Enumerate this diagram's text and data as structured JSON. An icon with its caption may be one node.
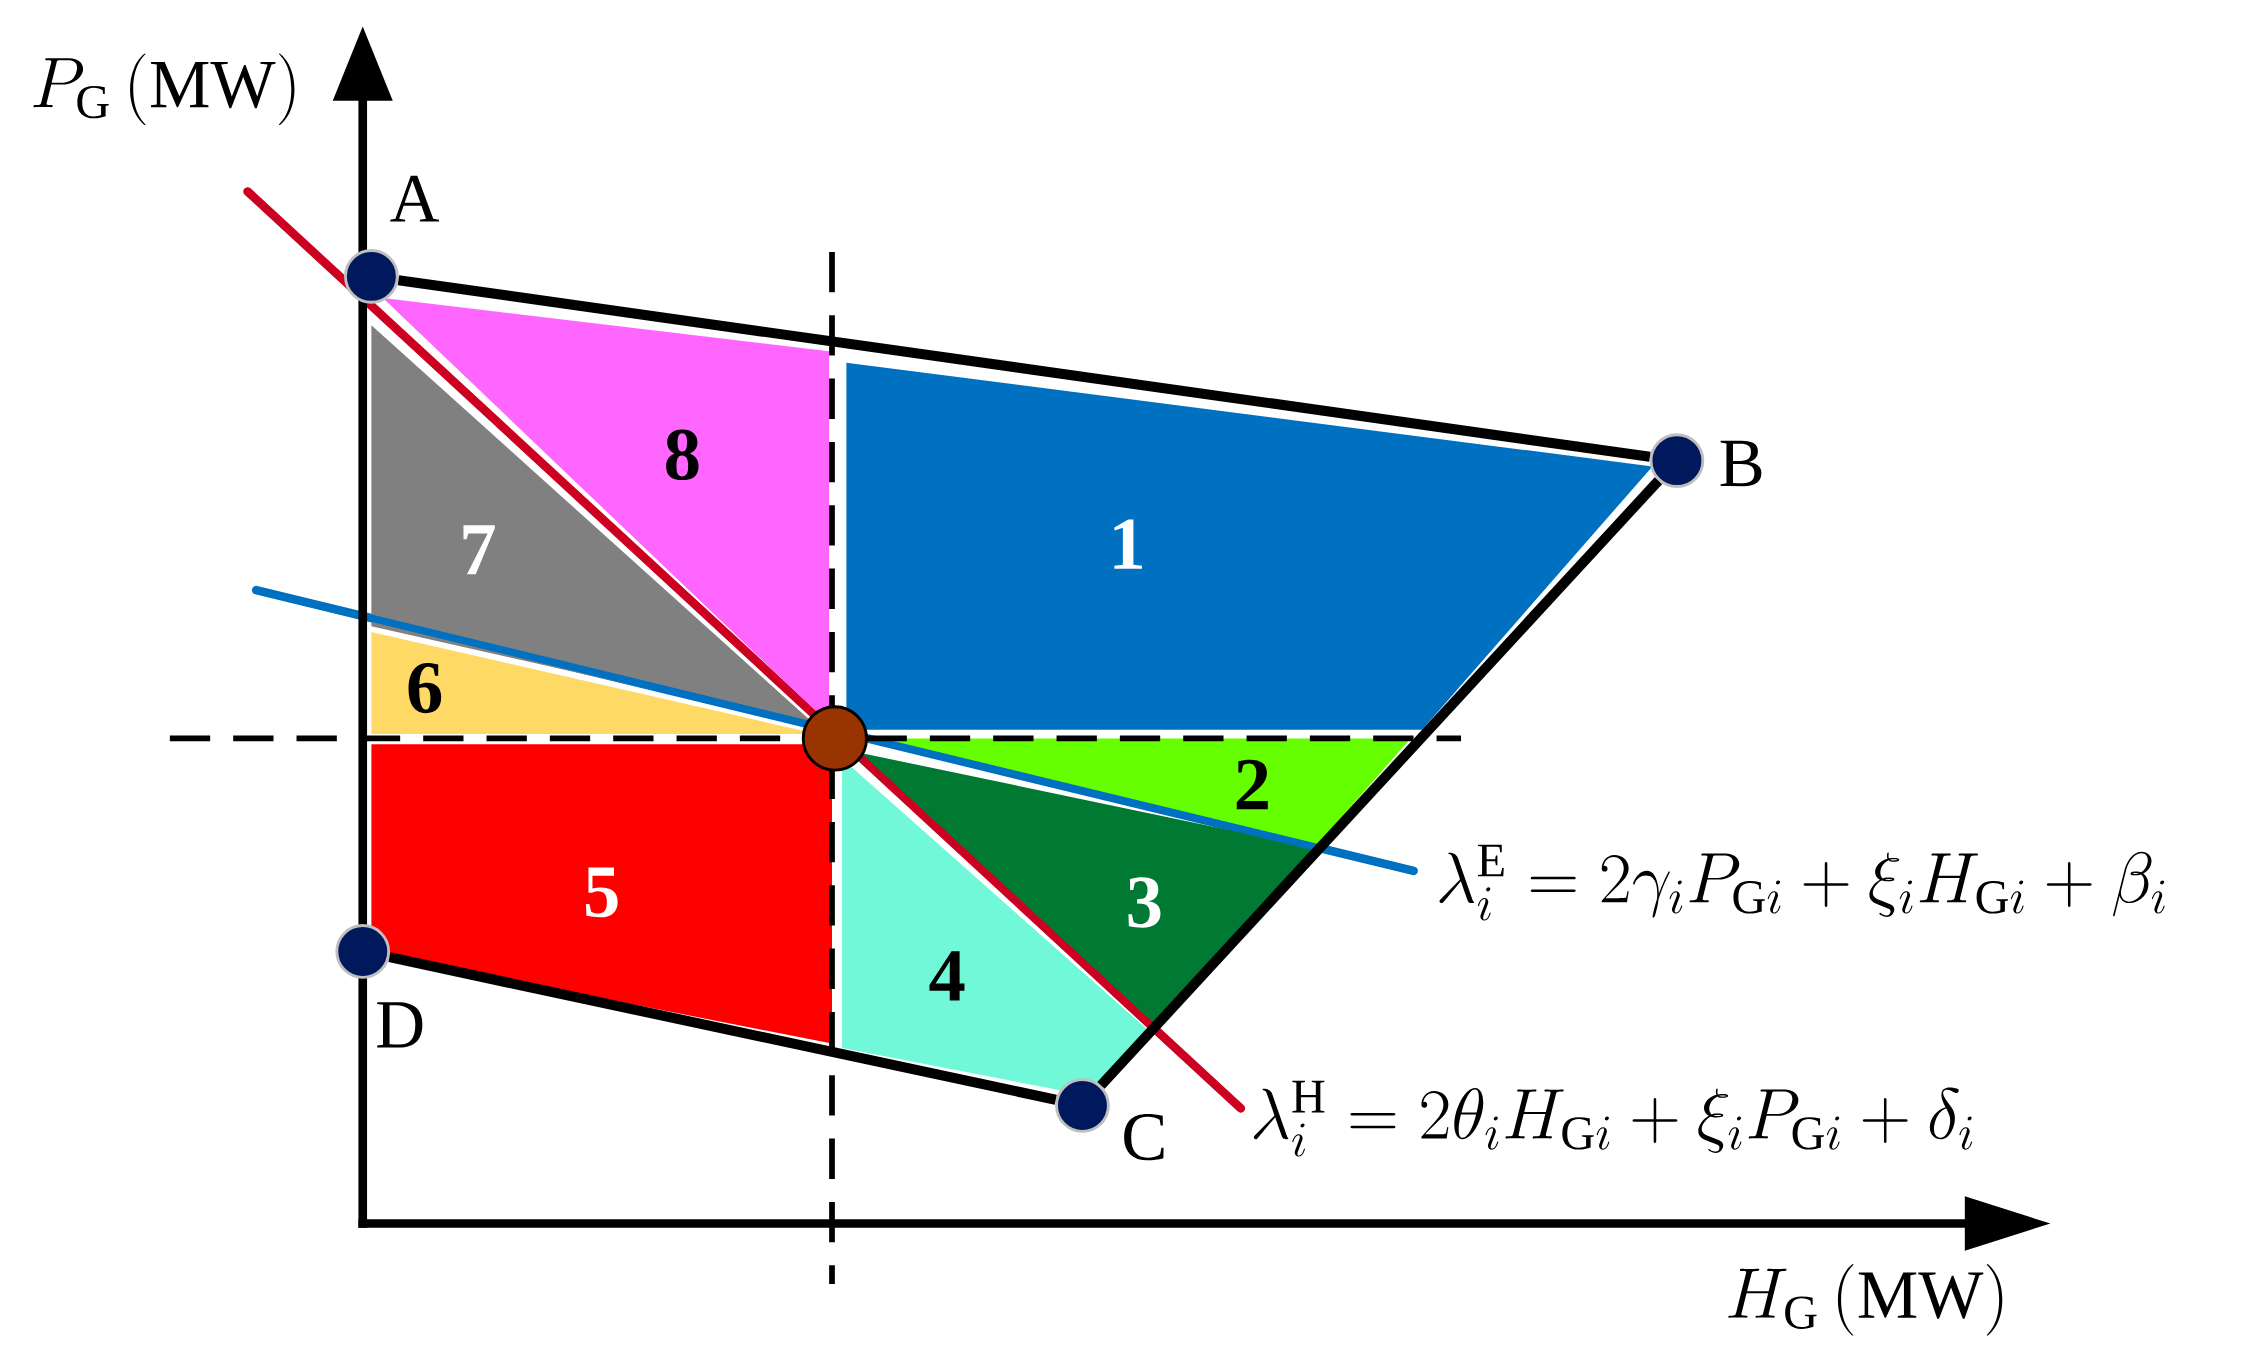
{
  "diagram": {
    "nodes": [
      {
        "text": [
          "1"
        ]
      },
      {
        "text": [
          "2"
        ]
      },
      {
        "text": [
          "3"
        ]
      },
      {
        "text": [
          "4"
        ]
      },
      {
        "text": [
          "5"
        ]
      },
      {
        "text": [
          "6"
        ]
      },
      {
        "text": [
          "7"
        ]
      },
      {
        "text": [
          "8"
        ]
      },
      {
        "text": [],
        "shape": "circle",
        "beside": [
          "A"
        ]
      },
      {
        "text": [],
        "shape": "circle",
        "beside": [
          "B"
        ]
      },
      {
        "text": [],
        "shape": "circle",
        "beside": [
          "C"
        ]
      },
      {
        "text": [],
        "shape": "circle",
        "beside": [
          "D"
        ]
      },
      {
        "text": [],
        "shape": "circle"
      }
    ],
    "edges": [
      {
        "from": 8,
        "to": 9,
        "arrow": "none"
      },
      {
        "from": 9,
        "to": 10,
        "arrow": "none"
      },
      {
        "from": 10,
        "to": 11,
        "arrow": "none"
      }
    ],
    "labels": [
      "P_{\\mathrm{G}}\\,(\\mathrm{MW})",
      "\\lambda_i^{\\mathrm{E}} = 2\\gamma_i P_{\\mathrm{G}i} + \\xi_i H_{\\mathrm{G}i} + \\beta_i",
      "\\lambda_i^{\\mathrm{H}} = 2\\theta_i H_{\\mathrm{G}i} + \\xi_i P_{\\mathrm{G}i} + \\delta_i",
      "H_{\\mathrm{G}}\\,(\\mathrm{MW})"
    ]
  }
}
